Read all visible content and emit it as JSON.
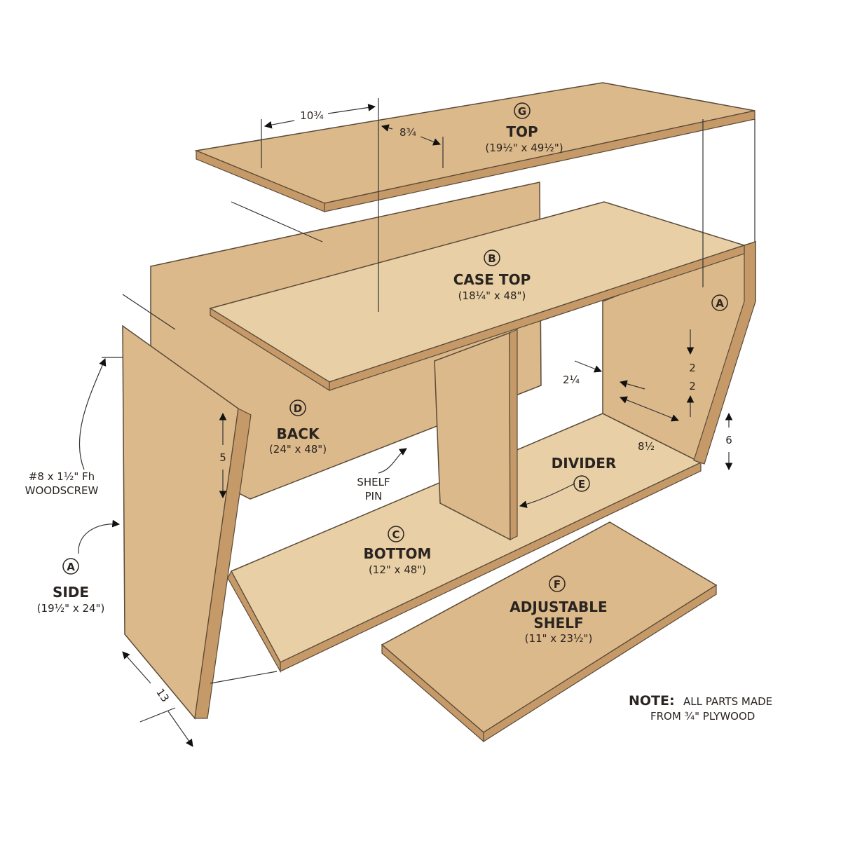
{
  "colors": {
    "plywood": "#dcb98a",
    "plywood_light": "#e8cfa6",
    "edge": "#c59a68",
    "ink": "#2a2420"
  },
  "parts": {
    "top": {
      "letter": "G",
      "name": "TOP",
      "size": "(19½\" x 49½\")"
    },
    "case_top": {
      "letter": "B",
      "name": "CASE TOP",
      "size": "(18¼\" x 48\")"
    },
    "back": {
      "letter": "D",
      "name": "BACK",
      "size": "(24\" x 48\")"
    },
    "bottom": {
      "letter": "C",
      "name": "BOTTOM",
      "size": "(12\" x 48\")"
    },
    "divider": {
      "letter": "E",
      "name": "DIVIDER"
    },
    "shelf": {
      "letter": "F",
      "name1": "ADJUSTABLE",
      "name2": "SHELF",
      "size": "(11\" x 23½\")"
    },
    "side_left": {
      "letter": "A",
      "name": "SIDE",
      "size": "(19½\" x 24\")"
    },
    "side_right": {
      "letter": "A"
    }
  },
  "dimensions": {
    "d1": "10¾",
    "d2": "8¾",
    "d3": "2¼",
    "d4": "2",
    "d5": "2",
    "d6": "8½",
    "d7": "6",
    "d8": "5",
    "d9": "13"
  },
  "callouts": {
    "screw1": "#8 x 1½\" Fh",
    "screw2": "WOODSCREW",
    "pin1": "SHELF",
    "pin2": "PIN"
  },
  "note": {
    "label": "NOTE:",
    "line1": "ALL PARTS MADE",
    "line2": "FROM ¾\" PLYWOOD"
  }
}
